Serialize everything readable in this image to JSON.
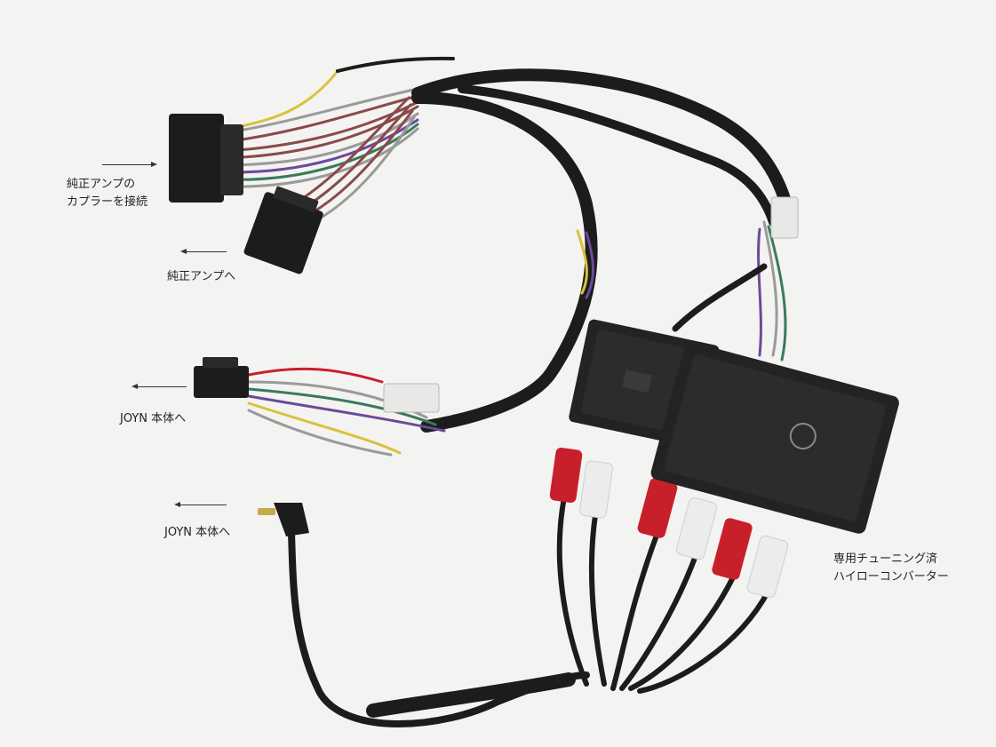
{
  "annotations": {
    "amp_coupler": [
      "純正アンプの",
      "カプラーを接続"
    ],
    "to_amp": "純正アンプへ",
    "to_joyn_1": "JOYN 本体へ",
    "to_joyn_2": "JOYN 本体へ",
    "converter": [
      "専用チューニング済",
      "ハイローコンバーター"
    ]
  },
  "colors": {
    "background": "#f3f3f2",
    "harness_black": "#1c1c1c",
    "wire_brown": "#8a4a4a",
    "wire_gray": "#9a9a9a",
    "wire_purple": "#6b4a9a",
    "wire_green": "#3a7a5a",
    "wire_yellow": "#d9c23a",
    "rca_red": "#c8202a",
    "rca_white": "#ececec"
  }
}
